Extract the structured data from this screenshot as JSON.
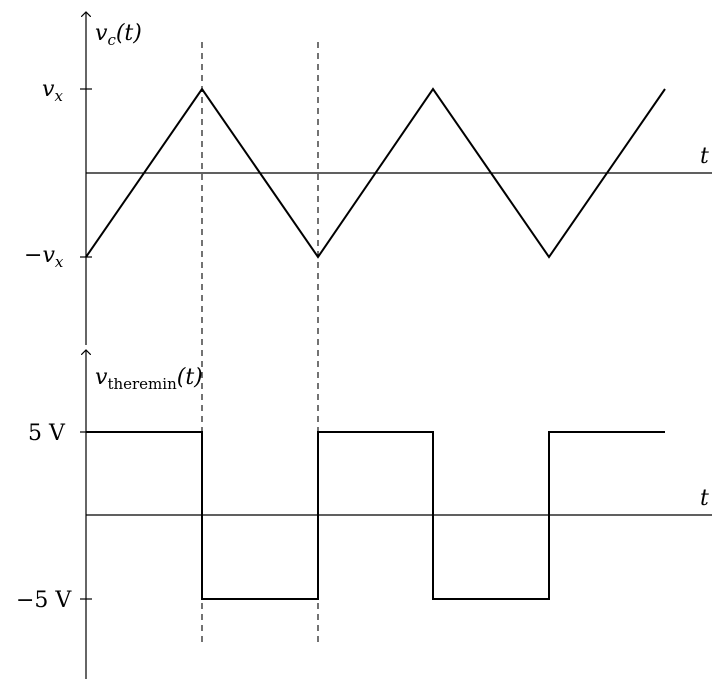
{
  "top_plot": {
    "ylabel_main": "v",
    "ylabel_sub": "c",
    "ylabel_arg": "(t)",
    "tick_high_main": "v",
    "tick_high_sub": "x",
    "tick_low_prefix": "−",
    "tick_low_main": "v",
    "tick_low_sub": "x",
    "xlabel": "t",
    "waveform": "triangle"
  },
  "bottom_plot": {
    "ylabel_main": "v",
    "ylabel_sub": "theremin",
    "ylabel_arg": "(t)",
    "tick_high": "5 V",
    "tick_low": "−5 V",
    "xlabel": "t",
    "waveform": "square"
  },
  "colors": {
    "trace": "#000000",
    "axis": "#000000",
    "guide": "#000000"
  }
}
